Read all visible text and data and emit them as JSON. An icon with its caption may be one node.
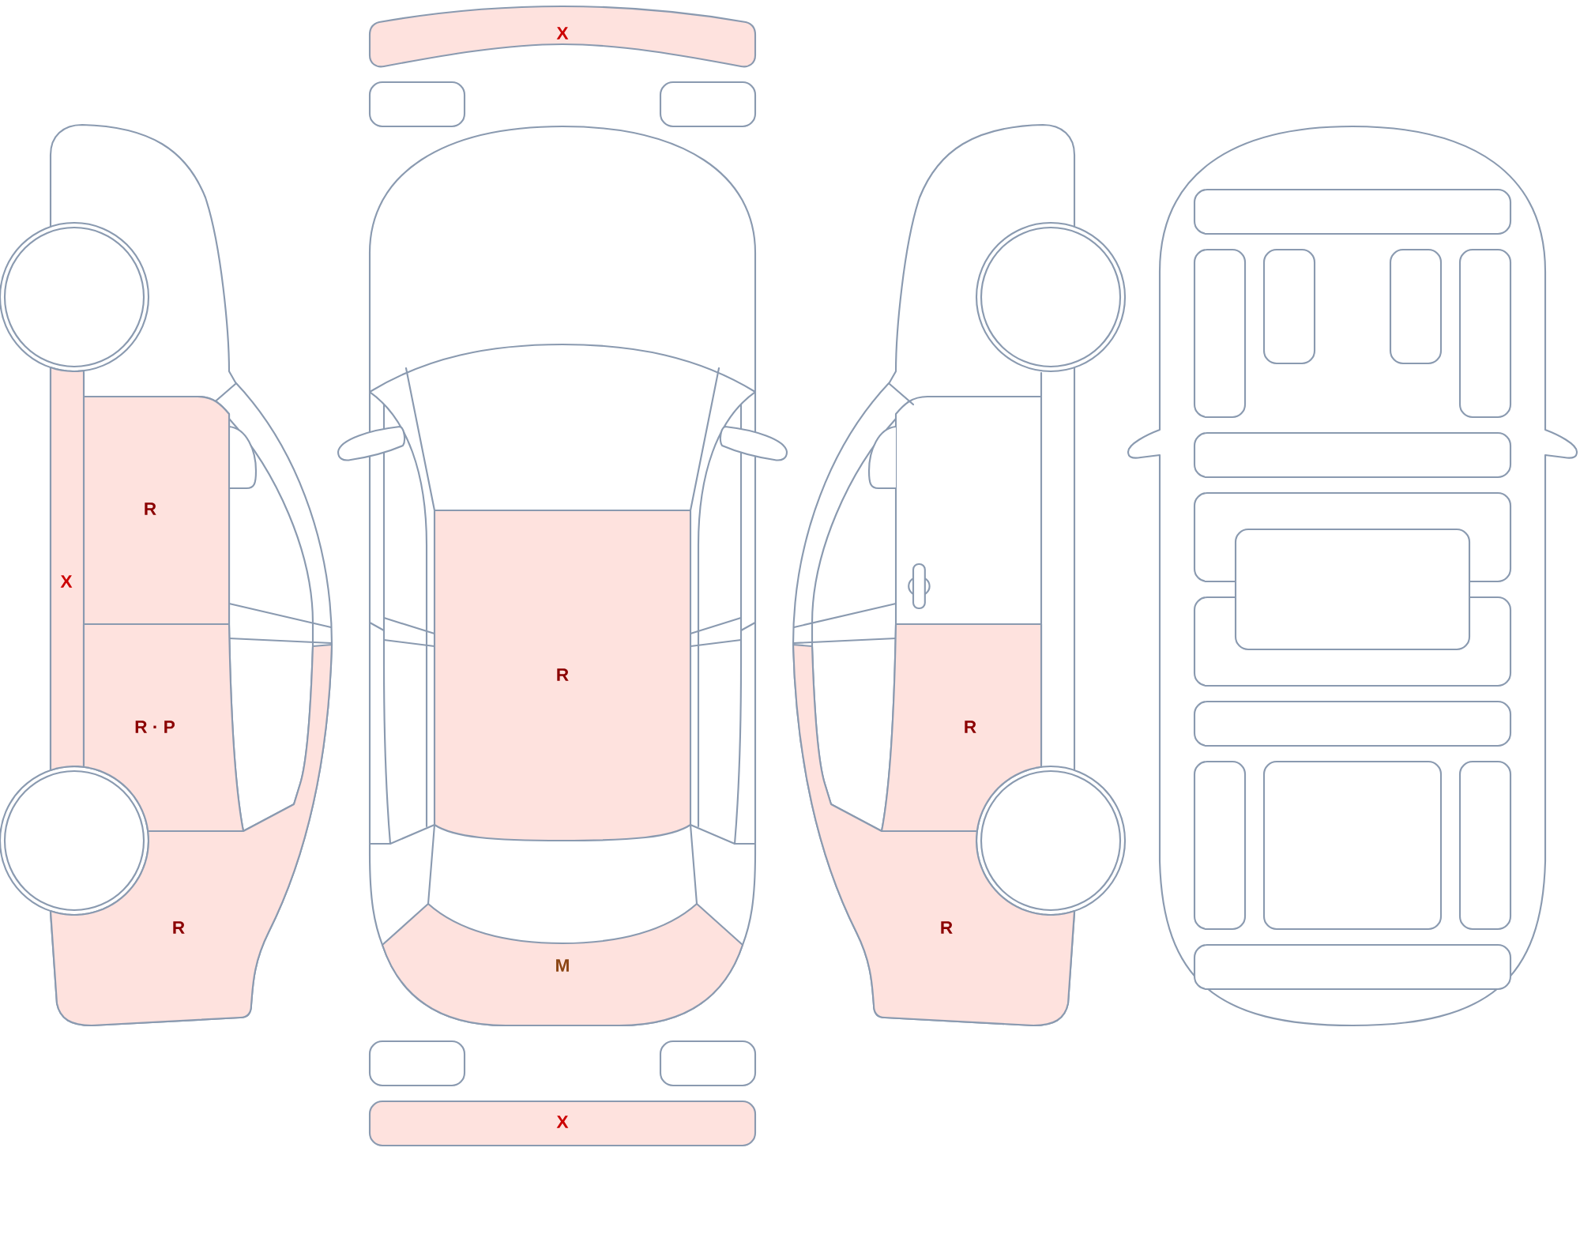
{
  "diagram": {
    "nodes": [
      {
        "text": [
          "X"
        ]
      },
      {
        "text": [
          "R"
        ]
      },
      {
        "text": [
          "X"
        ]
      },
      {
        "text": [
          "R"
        ]
      },
      {
        "text": [
          "R · P"
        ]
      },
      {
        "text": [
          "R"
        ]
      },
      {
        "text": [
          "R"
        ]
      },
      {
        "text": [
          "R"
        ]
      },
      {
        "text": [
          "M"
        ]
      },
      {
        "text": [
          "X"
        ]
      }
    ]
  }
}
